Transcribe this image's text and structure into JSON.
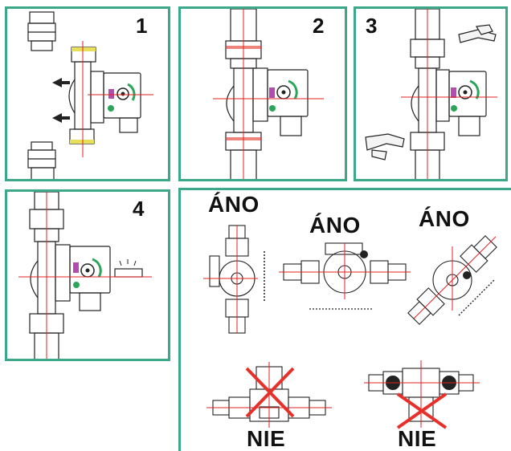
{
  "colors": {
    "frame": "#3aa889",
    "axis": "#e02020",
    "cross": "#e8302a",
    "accent_green": "#2aa55a",
    "accent_purple": "#b44bb0"
  },
  "steps": [
    {
      "number": "1"
    },
    {
      "number": "2"
    },
    {
      "number": "3"
    },
    {
      "number": "4"
    }
  ],
  "orientation": {
    "allowed_label": "ÁNO",
    "forbidden_label": "NIE"
  }
}
